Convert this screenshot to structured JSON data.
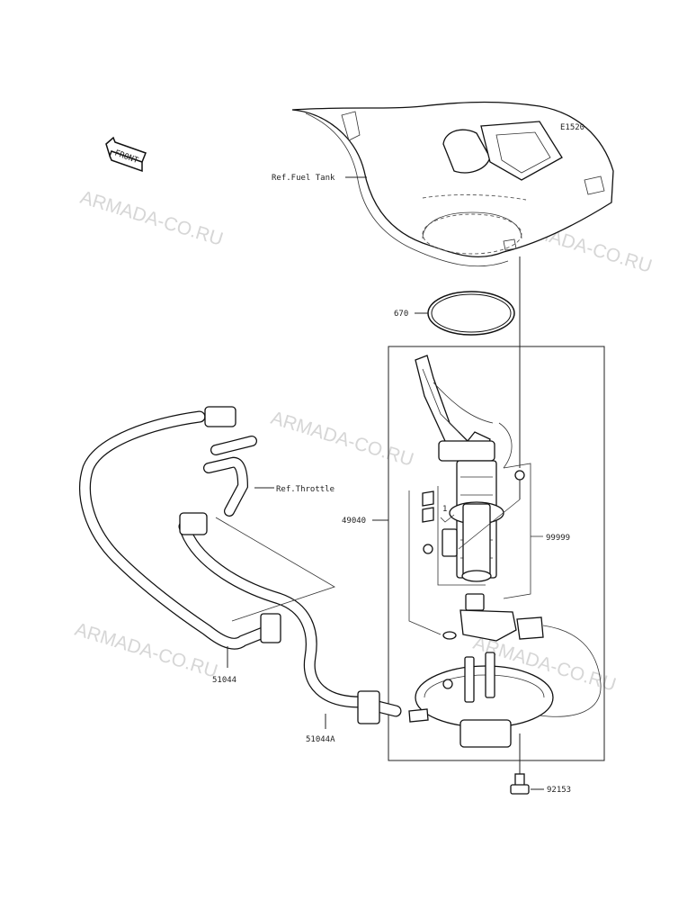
{
  "diagram": {
    "code": "E1520",
    "front_label": "FRONT",
    "watermark": "ARMADA-CO.RU",
    "refs": {
      "fuel_tank": "Ref.Fuel Tank",
      "throttle": "Ref.Throttle"
    },
    "parts": {
      "p670": "670",
      "p49040": "49040",
      "p99999": "99999",
      "p51044": "51044",
      "p51044a": "51044A",
      "p92153": "92153",
      "p1": "1"
    }
  }
}
